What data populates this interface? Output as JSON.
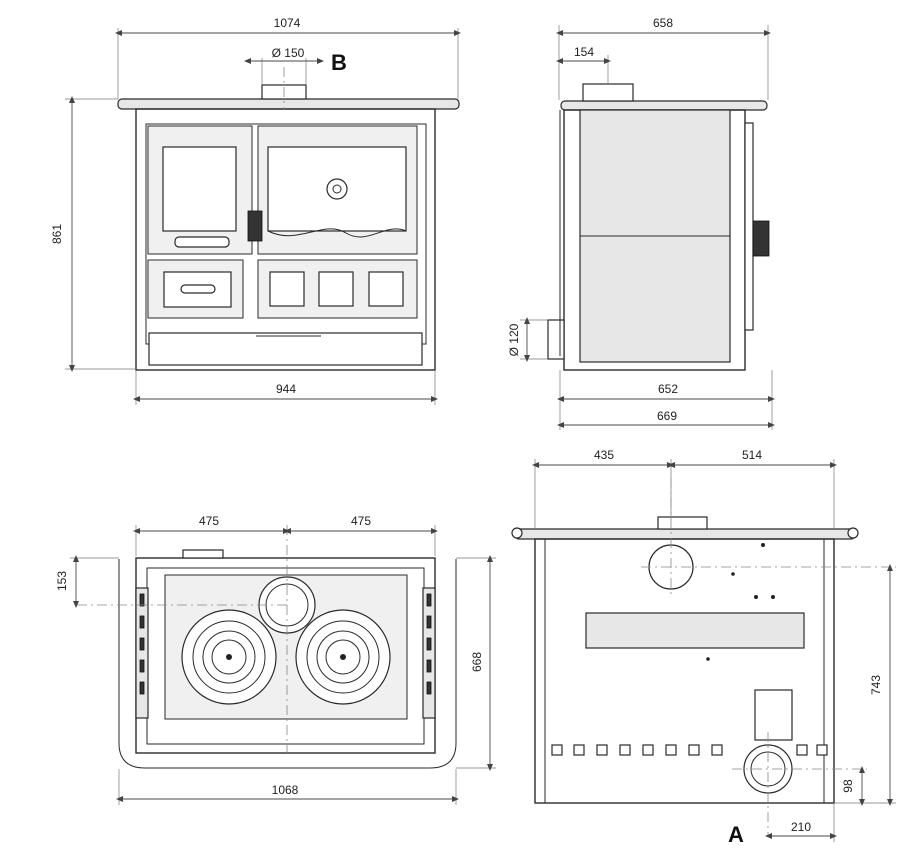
{
  "dimensions": {
    "front_width_top": "1074",
    "front_flue_diameter": "Ø 150",
    "front_height": "861",
    "front_width_bottom": "944",
    "side_depth_top": "658",
    "side_flue_offset": "154",
    "side_outlet_diameter": "Ø 120",
    "side_depth_body": "652",
    "side_depth_total": "669",
    "top_left_offset": "475",
    "top_right_offset": "475",
    "top_flue_depth": "153",
    "top_depth": "668",
    "top_width": "1068",
    "rear_left_offset": "435",
    "rear_right_offset": "514",
    "rear_height": "743",
    "rear_outlet_height": "98",
    "rear_outlet_offset": "210"
  },
  "labels": {
    "view_b": "B",
    "view_a": "A"
  }
}
